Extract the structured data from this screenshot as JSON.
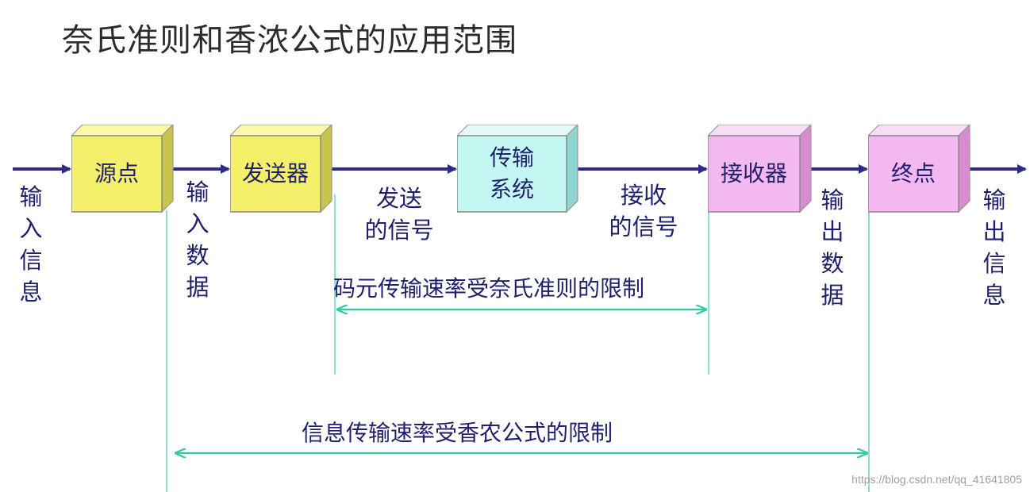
{
  "title": "奈氏准则和香浓公式的应用范围",
  "colors": {
    "arrow": "#2e2a88",
    "range_arrow": "#36c8a0",
    "guide_line": "#8fe0c8",
    "yellow_block": "#f4f06a",
    "cyan_block": "#c4f6f2",
    "pink_block": "#f4b8f0"
  },
  "blocks": {
    "source": "源点",
    "transmitter": "发送器",
    "channel_line1": "传输",
    "channel_line2": "系统",
    "receiver": "接收器",
    "destination": "终点"
  },
  "labels": {
    "input_info": [
      "输",
      "入",
      "信",
      "息"
    ],
    "input_data": [
      "输",
      "入",
      "数",
      "据"
    ],
    "sent_signal_line1": "发送",
    "sent_signal_line2": "的信号",
    "received_signal_line1": "接收",
    "received_signal_line2": "的信号",
    "output_data": [
      "输",
      "出",
      "数",
      "据"
    ],
    "output_info": [
      "输",
      "出",
      "信",
      "息"
    ]
  },
  "notes": {
    "nyquist": "码元传输速率受奈氏准则的限制",
    "shannon": "信息传输速率受香农公式的限制"
  },
  "watermark": "https://blog.csdn.net/qq_41641805"
}
